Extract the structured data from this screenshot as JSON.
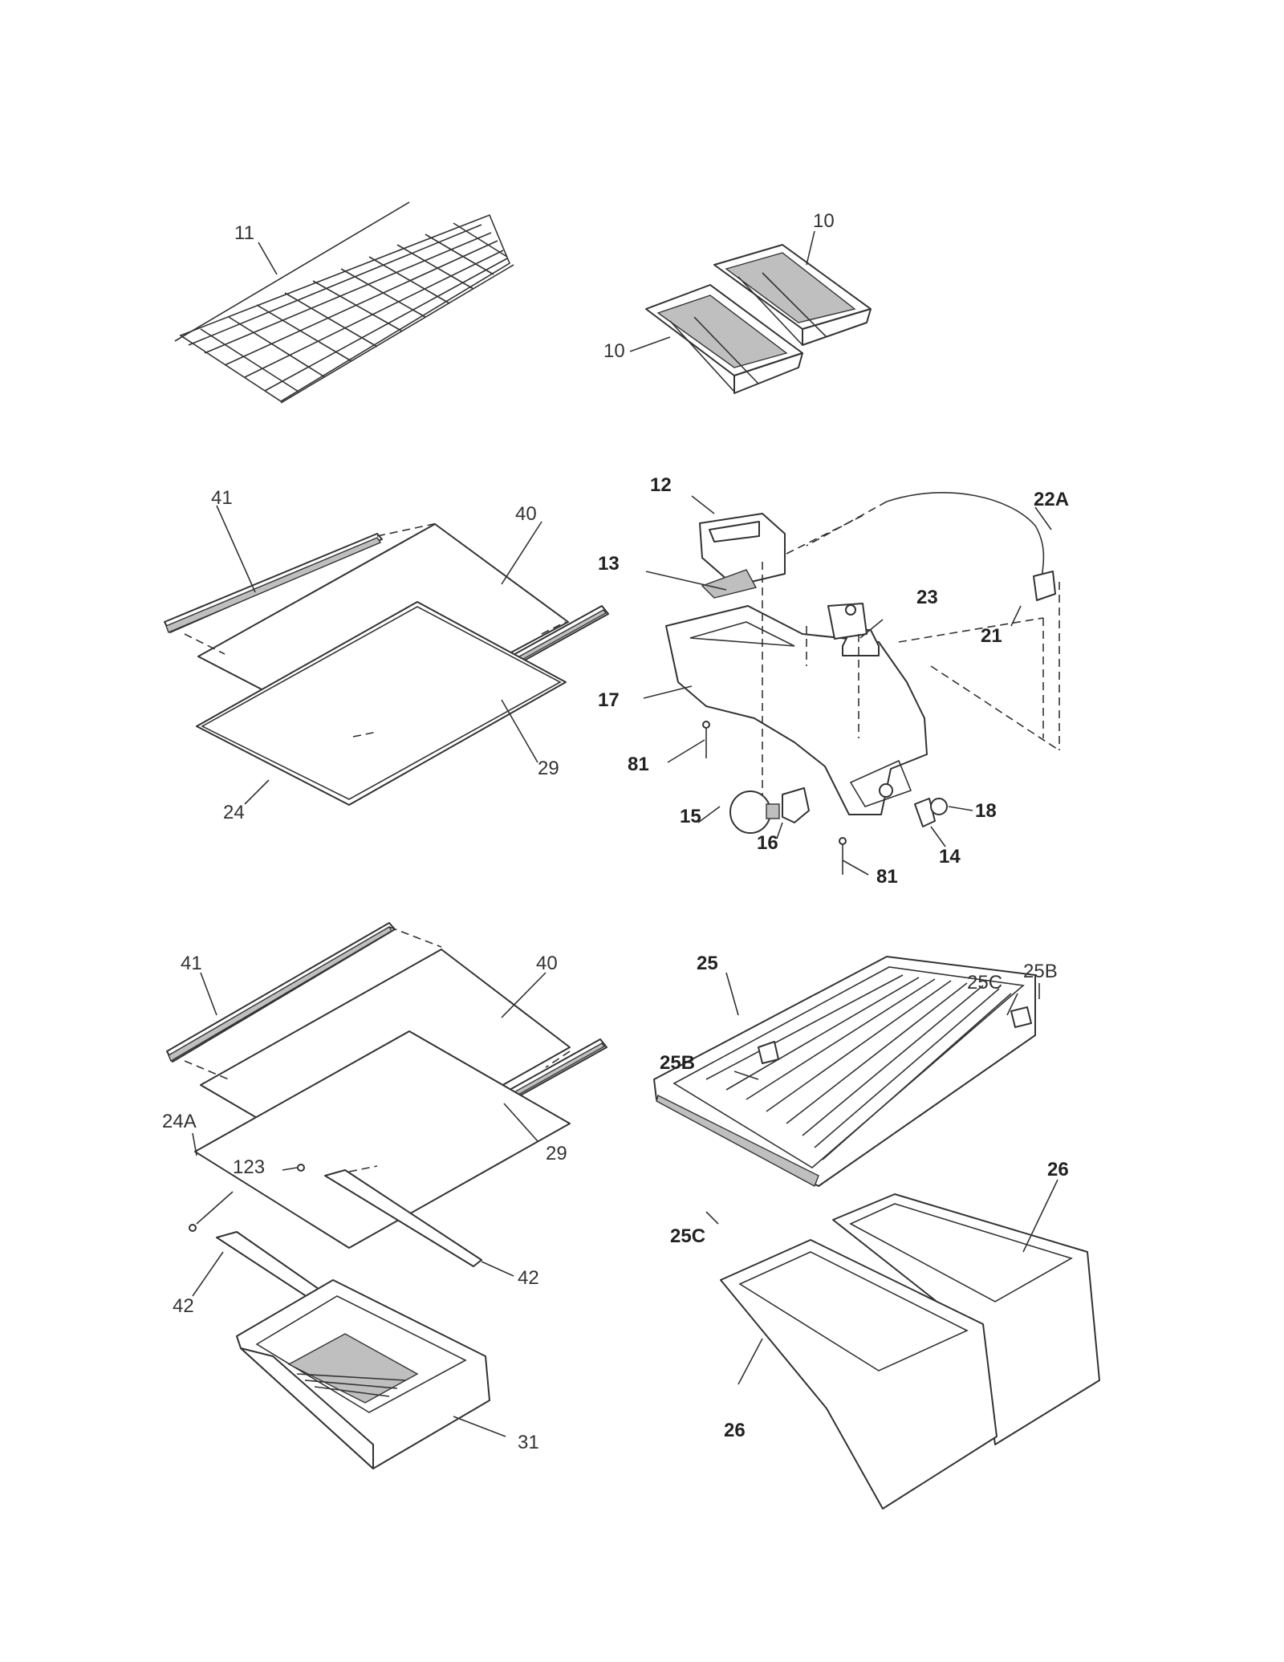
{
  "callouts": {
    "wire_shelf": "11",
    "ice_tray_top": "10",
    "ice_tray_bottom": "10",
    "upper_glass_rear_trim": "41",
    "upper_glass": "40",
    "upper_front_trim": "29",
    "upper_frame": "24",
    "ice_bin": "12",
    "deflector": "13",
    "control_housing": "17",
    "screw_left": "81",
    "screw_right": "81",
    "light_bulb": "15",
    "socket": "16",
    "thermostat": "23",
    "sensor_capillary": "22A",
    "control_switch": "21",
    "knob": "18",
    "light_switch": "14",
    "lower_glass_rear_trim": "41",
    "lower_glass": "40",
    "lower_front_trim": "29",
    "lower_frame": "24A",
    "clip": "123",
    "slide_right": "42",
    "slide_left": "42",
    "pan": "31",
    "crisper_cover": "25",
    "cover_bracket_right": "25C",
    "cover_clip_right": "25B",
    "cover_clip_left": "25B",
    "cover_bracket_left": "25C",
    "crisper_right": "26",
    "crisper_left": "26"
  }
}
